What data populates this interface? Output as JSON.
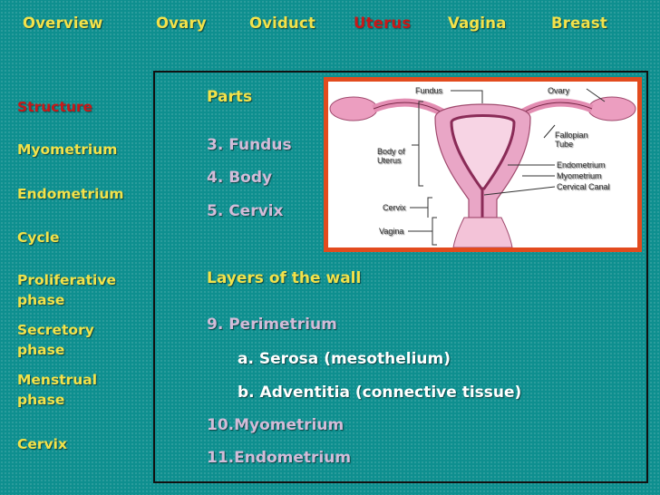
{
  "top_nav": {
    "items": [
      {
        "label": "Overview"
      },
      {
        "label": "Ovary"
      },
      {
        "label": "Oviduct"
      },
      {
        "label": "Uterus"
      },
      {
        "label": "Vagina"
      },
      {
        "label": "Breast"
      }
    ]
  },
  "side_nav": {
    "items": [
      {
        "label": "Structure"
      },
      {
        "label": "Myometrium"
      },
      {
        "label": "Endometrium"
      },
      {
        "label": "Cycle"
      },
      {
        "label_line1": "Proliferative",
        "label_line2": "phase"
      },
      {
        "label_line1": "Secretory",
        "label_line2": "phase"
      },
      {
        "label_line1": "Menstrual",
        "label_line2": "phase"
      },
      {
        "label": "Cervix"
      }
    ]
  },
  "content": {
    "parts_heading": "Parts",
    "parts": [
      "3. Fundus",
      "4. Body",
      "5. Cervix"
    ],
    "layers_heading": "Layers of the wall",
    "layers": {
      "perimetrium": "9. Perimetrium",
      "serosa": "a. Serosa (mesothelium)",
      "adventitia": "b. Adventitia (connective tissue)",
      "myometrium": "10.Myometrium",
      "endometrium": "11.Endometrium"
    }
  },
  "diagram": {
    "labels": {
      "fundus": "Fundus",
      "ovary": "Ovary",
      "fallopian_tube_line1": "Fallopian",
      "fallopian_tube_line2": "Tube",
      "body_line1": "Body of",
      "body_line2": "Uterus",
      "endometrium": "Endometrium",
      "myometrium": "Myometrium",
      "cervical_canal": "Cervical Canal",
      "cervix": "Cervix",
      "vagina": "Vagina"
    }
  },
  "colors": {
    "background": "#0e8f8f",
    "nav_text": "#f2e24a",
    "active_text": "#c81818",
    "list_text": "#d2bcd8",
    "sub_text": "#ffffff",
    "diagram_frame": "#e24b1e"
  }
}
